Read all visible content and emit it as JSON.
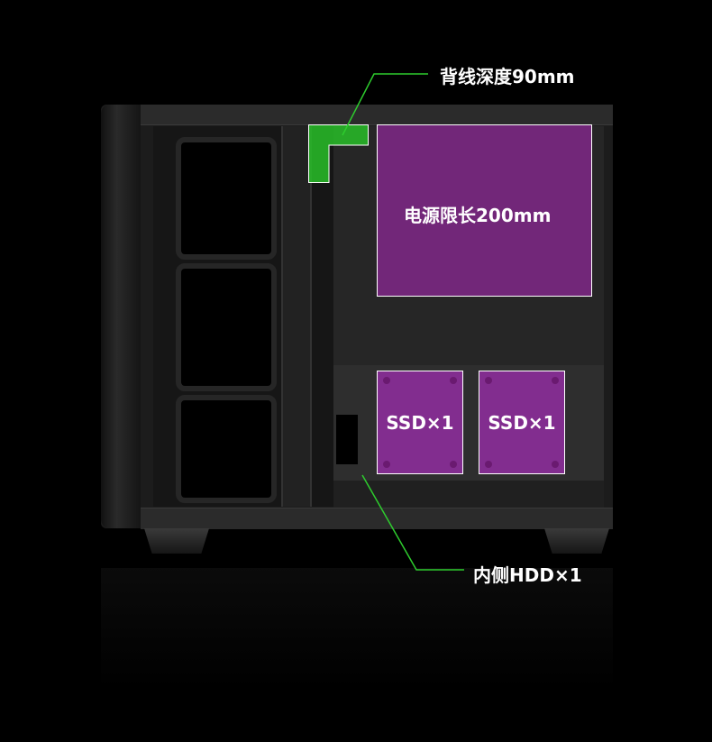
{
  "annotations": {
    "cable_depth": "背线深度90mm",
    "psu_length": "电源限长200mm",
    "ssd_left": "SSD×1",
    "ssd_right": "SSD×1",
    "hdd": "内侧HDD×1"
  },
  "colors": {
    "callout_line": "#2ecc2e",
    "highlight_green": "#28be28",
    "highlight_purple": "#8c2896"
  }
}
